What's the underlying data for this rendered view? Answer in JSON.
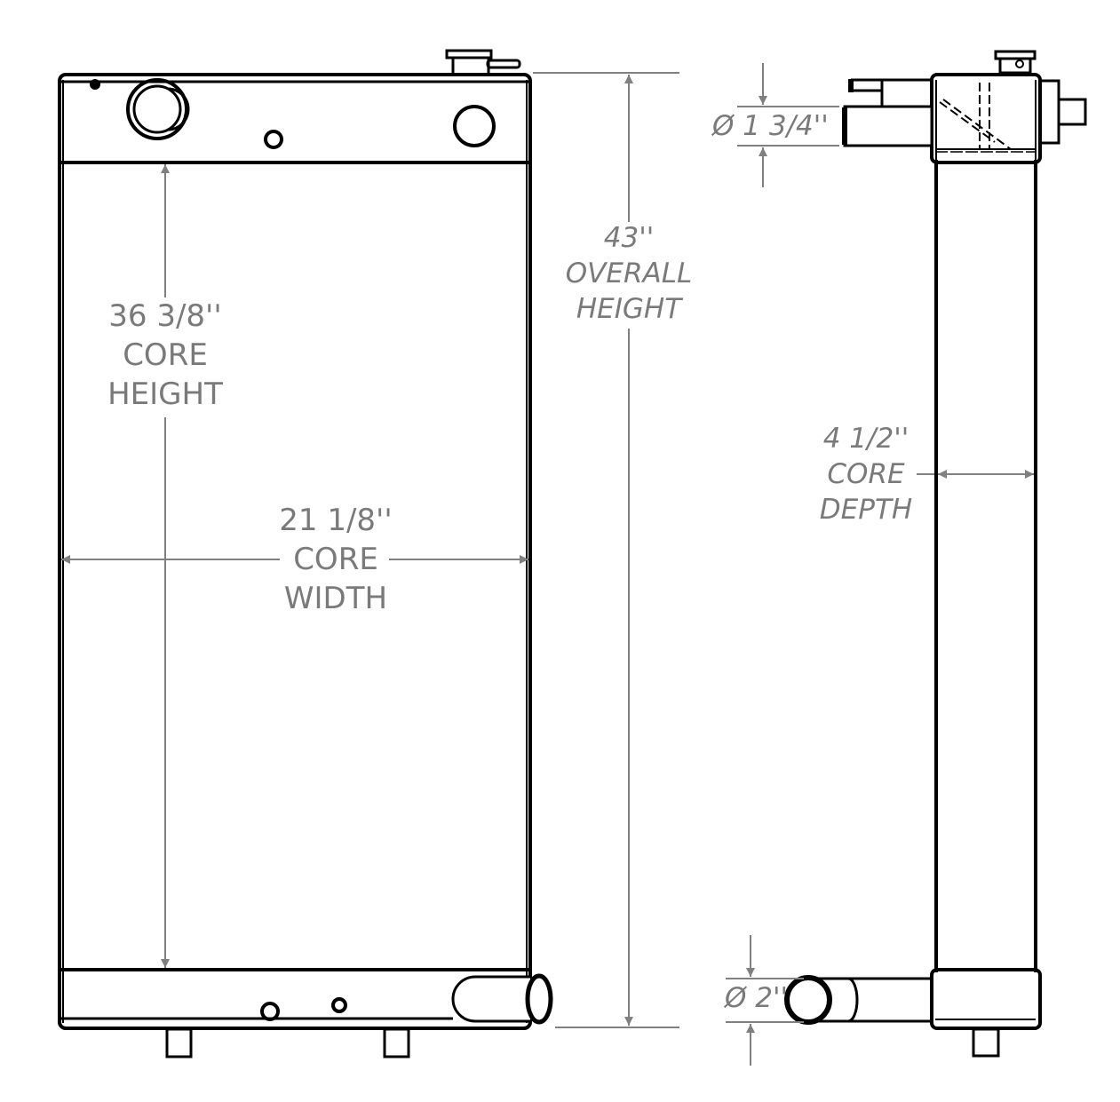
{
  "drawing": {
    "title": "Radiator dimension drawing",
    "line_color": "#000000",
    "dimension_color": "#808080",
    "front_view": {
      "core_height": {
        "value": "36 3/8''",
        "label1": "CORE",
        "label2": "HEIGHT"
      },
      "core_width": {
        "value": "21 1/8''",
        "label1": "CORE",
        "label2": "WIDTH"
      },
      "overall_height": {
        "value": "43''",
        "label1": "OVERALL",
        "label2": "HEIGHT"
      }
    },
    "side_view": {
      "inlet_diameter": {
        "symbol": "Ø",
        "value": "1 3/4''"
      },
      "core_depth": {
        "value": "4 1/2''",
        "label1": "CORE",
        "label2": "DEPTH"
      },
      "outlet_diameter": {
        "symbol": "Ø",
        "value": "2''"
      }
    }
  }
}
